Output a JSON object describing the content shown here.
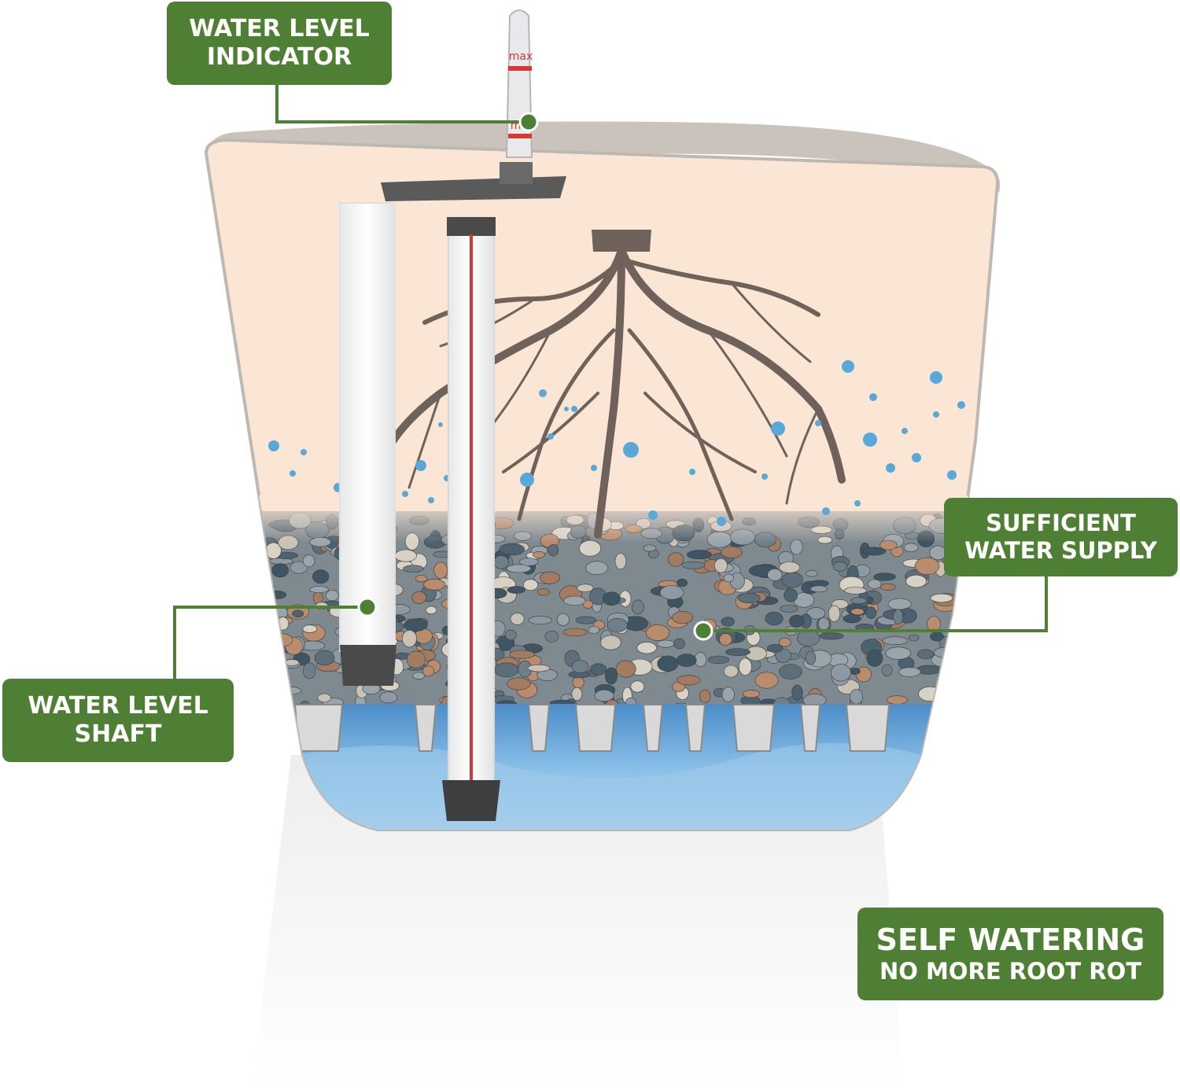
{
  "callouts": {
    "water_level_indicator": {
      "line1": "WATER LEVEL",
      "line2": "INDICATOR"
    },
    "water_level_shaft": {
      "line1": "WATER LEVEL",
      "line2": "SHAFT"
    },
    "sufficient_water_supply": {
      "line1": "SUFFICIENT",
      "line2": "WATER SUPPLY"
    },
    "self_watering": {
      "line1": "SELF WATERING",
      "line2": "NO MORE ROOT ROT"
    }
  },
  "indicator_marks": {
    "max": "max",
    "min": "min"
  },
  "colors": {
    "label_green": "#4f7f34",
    "pot_cream": "#fbe6d6",
    "pot_rim": "#c9c3bc",
    "water_blue": "#6aa8d8",
    "root_brown": "#6e625a",
    "indicator_red": "#d23a35"
  }
}
